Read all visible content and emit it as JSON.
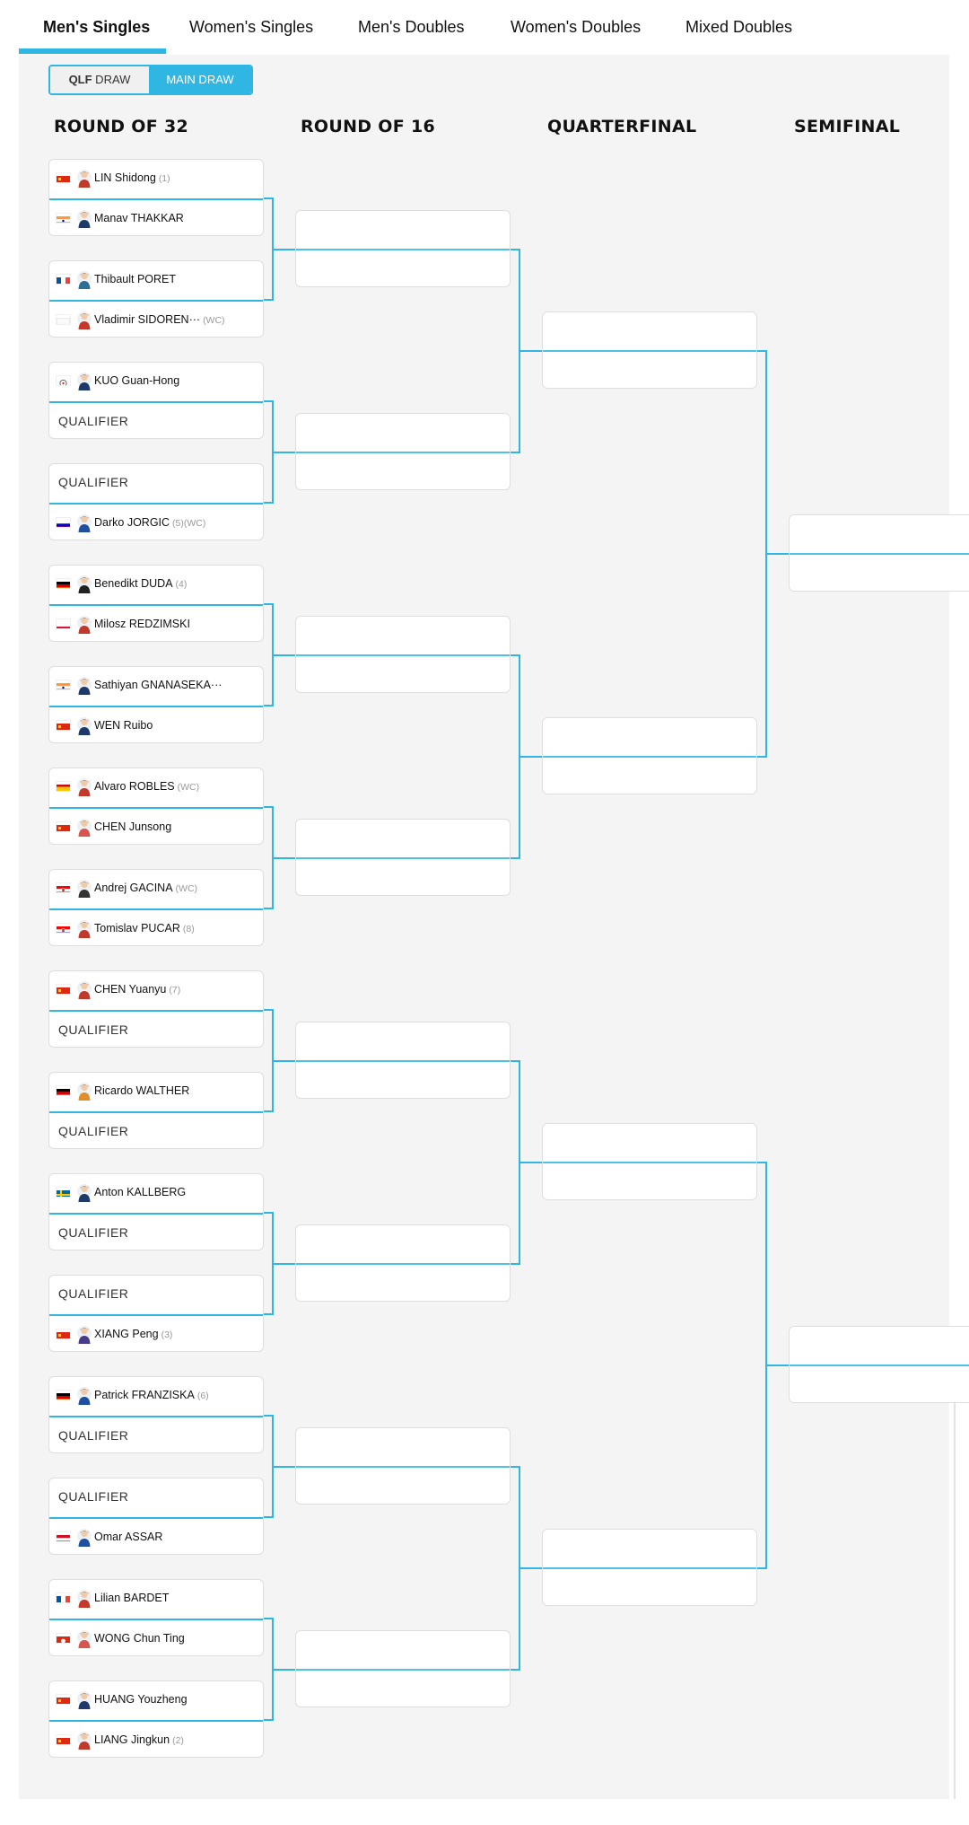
{
  "tabs": [
    "Men's Singles",
    "Women's Singles",
    "Men's Doubles",
    "Women's Doubles",
    "Mixed Doubles"
  ],
  "active_tab": 0,
  "toggle": {
    "qlf_prefix": "QLF",
    "qlf_suffix": " DRAW",
    "main": "MAIN DRAW",
    "active": "main"
  },
  "rounds": [
    "ROUND OF 32",
    "ROUND OF 16",
    "QUARTERFINAL",
    "SEMIFINAL"
  ],
  "colors": {
    "accent": "#2fb6e3",
    "panel": "#f4f4f4"
  },
  "matches": [
    [
      {
        "name": "LIN Shidong",
        "seed": "(1)",
        "flag": "china",
        "avatar": "#c0392b"
      },
      {
        "name": "Manav THAKKAR",
        "seed": "",
        "flag": "india",
        "avatar": "#1e3a6b"
      }
    ],
    [
      {
        "name": "Thibault PORET",
        "seed": "",
        "flag": "france",
        "avatar": "#2a6f97"
      },
      {
        "name": "Vladimir SIDOREN···",
        "seed": "(WC)",
        "flag": "neutral",
        "avatar": "#c0392b"
      }
    ],
    [
      {
        "name": "KUO Guan-Hong",
        "seed": "",
        "flag": "tpe",
        "avatar": "#1e3a6b"
      },
      {
        "qualifier": "QUALIFIER"
      }
    ],
    [
      {
        "qualifier": "QUALIFIER"
      },
      {
        "name": "Darko JORGIC",
        "seed": "(5)(WC)",
        "flag": "slovenia",
        "avatar": "#1f4fa0"
      }
    ],
    [
      {
        "name": "Benedikt DUDA",
        "seed": "(4)",
        "flag": "germany",
        "avatar": "#222222"
      },
      {
        "name": "Milosz REDZIMSKI",
        "seed": "",
        "flag": "poland",
        "avatar": "#c0392b"
      }
    ],
    [
      {
        "name": "Sathiyan GNANASEKA···",
        "seed": "",
        "flag": "india",
        "avatar": "#1e3a6b"
      },
      {
        "name": "WEN Ruibo",
        "seed": "",
        "flag": "china",
        "avatar": "#1e3a6b"
      }
    ],
    [
      {
        "name": "Alvaro ROBLES",
        "seed": "(WC)",
        "flag": "spain",
        "avatar": "#c0392b"
      },
      {
        "name": "CHEN Junsong",
        "seed": "",
        "flag": "china",
        "avatar": "#d9534f"
      }
    ],
    [
      {
        "name": "Andrej GACINA",
        "seed": "(WC)",
        "flag": "croatia",
        "avatar": "#333333"
      },
      {
        "name": "Tomislav PUCAR",
        "seed": "(8)",
        "flag": "croatia",
        "avatar": "#c0392b"
      }
    ],
    [
      {
        "name": "CHEN Yuanyu",
        "seed": "(7)",
        "flag": "china",
        "avatar": "#c0392b"
      },
      {
        "qualifier": "QUALIFIER"
      }
    ],
    [
      {
        "name": "Ricardo WALTHER",
        "seed": "",
        "flag": "germany",
        "avatar": "#e08e2b"
      },
      {
        "qualifier": "QUALIFIER"
      }
    ],
    [
      {
        "name": "Anton KALLBERG",
        "seed": "",
        "flag": "sweden",
        "avatar": "#1e3a6b"
      },
      {
        "qualifier": "QUALIFIER"
      }
    ],
    [
      {
        "qualifier": "QUALIFIER"
      },
      {
        "name": "XIANG Peng",
        "seed": "(3)",
        "flag": "china",
        "avatar": "#4a3a8a"
      }
    ],
    [
      {
        "name": "Patrick FRANZISKA",
        "seed": "(6)",
        "flag": "germany",
        "avatar": "#1f4fa0"
      },
      {
        "qualifier": "QUALIFIER"
      }
    ],
    [
      {
        "qualifier": "QUALIFIER"
      },
      {
        "name": "Omar ASSAR",
        "seed": "",
        "flag": "egypt",
        "avatar": "#1f4fa0"
      }
    ],
    [
      {
        "name": "Lilian BARDET",
        "seed": "",
        "flag": "france",
        "avatar": "#c0392b"
      },
      {
        "name": "WONG Chun Ting",
        "seed": "",
        "flag": "hongkong",
        "avatar": "#d9534f"
      }
    ],
    [
      {
        "name": "HUANG Youzheng",
        "seed": "",
        "flag": "china",
        "avatar": "#1e3a6b"
      },
      {
        "name": "LIANG Jingkun",
        "seed": "(2)",
        "flag": "china",
        "avatar": "#c0392b"
      }
    ]
  ]
}
